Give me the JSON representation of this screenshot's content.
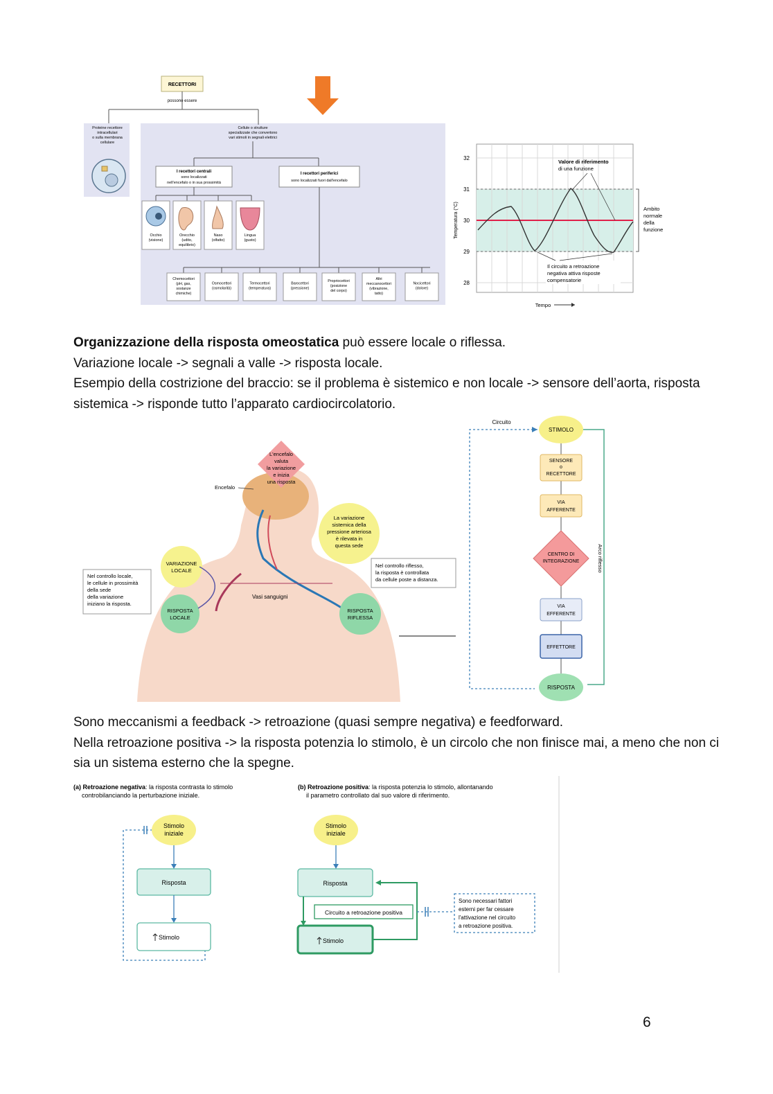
{
  "figure1": {
    "receptors": "RECETTORI",
    "can_be": "possono essere",
    "membrane_proteins": [
      "Proteine recettore",
      "intracellulari",
      "o sulla membrana",
      "cellulare"
    ],
    "cells_structures": [
      "Cellule o strutture",
      "specializzate che convertono",
      "vari stimoli in segnali elettrici"
    ],
    "central": [
      "I recettori centrali",
      "sono localizzati",
      "nell'encefalo o in sua prossimità"
    ],
    "peripheral": [
      "I recettori periferici",
      "sono localizzati fuori dall'encefalo"
    ],
    "senses": [
      [
        "Occhio",
        "(visione)"
      ],
      [
        "Orecchio",
        "(udito,",
        "equilibrio)"
      ],
      [
        "Naso",
        "(olfatto)"
      ],
      [
        "Lingua",
        "(gusto)"
      ]
    ],
    "peripheral_types": [
      [
        "Chemocettori",
        "(pH, gas,",
        "sostanze",
        "chimiche)"
      ],
      [
        "Osmocettori",
        "(osmolarità)"
      ],
      [
        "Termocettori",
        "(temperatura)"
      ],
      [
        "Barocettori",
        "(pressione)"
      ],
      [
        "Propriocettori",
        "(posizione",
        "del corpo)"
      ],
      [
        "Altri",
        "meccanocettori",
        "(vibrazione,",
        "tatto)"
      ],
      [
        "Nocicettori",
        "(dolore)"
      ]
    ]
  },
  "figure2": {
    "y_label": "Temperatura (°C)",
    "x_label": "Tempo",
    "y_ticks": [
      "32",
      "31",
      "30",
      "29",
      "28"
    ],
    "setpoint": [
      "Valore di riferimento",
      "di una funzione"
    ],
    "normal_range": [
      "Ambito",
      "normale",
      "della",
      "funzione"
    ],
    "feedback_note": [
      "Il circuito a retroazione",
      "negativa attiva risposte",
      "compensatorie"
    ],
    "setpoint_color": "#e0204a",
    "range_color": "#d7efe9"
  },
  "paragraph1": {
    "bold": "Organizzazione della risposta omeostatica",
    "rest": " può essere locale o riflessa.",
    "line2": "Variazione locale -> segnali a valle -> risposta locale.",
    "line3": "Esempio della costrizione del braccio: se il problema è sistemico e non locale -> sensore dell’aorta, risposta sistemica -> risponde tutto l’apparato cardiocircolatorio."
  },
  "figure3": {
    "brain_note": [
      "L'encefalo",
      "valuta",
      "la variazione",
      "e inizia",
      "una risposta"
    ],
    "encefalo": "Encefalo",
    "systemic": [
      "La variazione",
      "sistemica della",
      "pressione arteriosa",
      "è rilevata in",
      "questa sede"
    ],
    "local_variation": [
      "VARIAZIONE",
      "LOCALE"
    ],
    "local_note": [
      "Nel controllo locale,",
      "le cellule in prossimità",
      "della sede",
      "della variazione",
      "iniziano la risposta."
    ],
    "reflex_note": [
      "Nel controllo riflesso,",
      "la risposta è controllata",
      "da cellule poste a distanza."
    ],
    "vessels": "Vasi sanguigni",
    "local_response": [
      "RISPOSTA",
      "LOCALE"
    ],
    "reflex_response": [
      "RISPOSTA",
      "RIFLESSA"
    ]
  },
  "figure4": {
    "circuit": "Circuito",
    "arc": "Arco riflesso",
    "nodes": {
      "stimulus": [
        "STIMOLO"
      ],
      "sensor": [
        "SENSORE",
        "o",
        "RECETTORE"
      ],
      "afferent": [
        "VIA",
        "AFFERENTE"
      ],
      "integration": [
        "CENTRO DI",
        "INTEGRAZIONE"
      ],
      "efferent": [
        "VIA",
        "EFFERENTE"
      ],
      "effector": [
        "EFFETTORE"
      ],
      "response": [
        "RISPOSTA"
      ]
    }
  },
  "paragraph2": {
    "line1": "Sono meccanismi a feedback -> retroazione (quasi sempre negativa) e feedforward.",
    "line2": "Nella retroazione positiva -> la risposta potenzia lo stimolo, è un circolo che non finisce mai, a meno che non ci sia un sistema esterno che la spegne."
  },
  "figure5": {
    "a_title_bold": "(a) Retroazione negativa",
    "a_title_rest": ": la risposta contrasta lo stimolo",
    "a_title_line2": "controbilanciando la perturbazione iniziale.",
    "b_title_bold": "(b) Retroazione positiva",
    "b_title_rest": ": la risposta potenzia lo stimolo, allontanando",
    "b_title_line2": "il parametro controllato dal suo valore di riferimento.",
    "initial_stimulus": [
      "Stimolo",
      "iniziale"
    ],
    "response": "Risposta",
    "stimulus": "Stimolo",
    "positive_circuit": "Circuito a retroazione positiva",
    "external_note": [
      "Sono necessari fattori",
      "esterni per far cessare",
      "l'attivazione nel circuito",
      "a retroazione positiva."
    ]
  },
  "page_number": "6"
}
